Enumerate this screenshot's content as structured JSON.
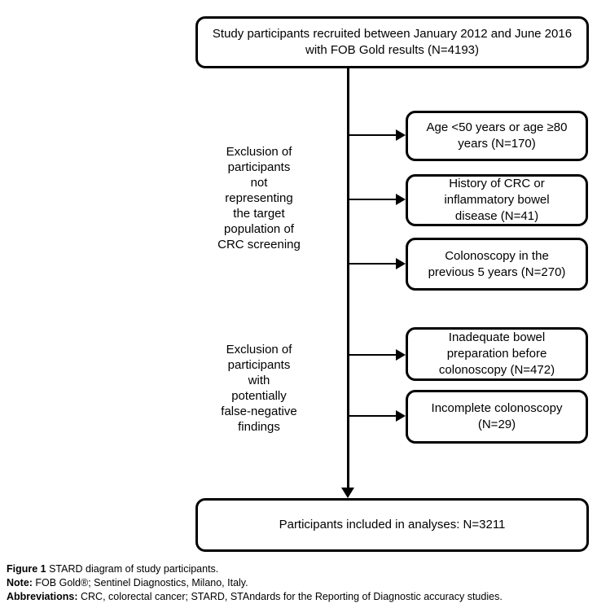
{
  "figure": {
    "top_box": {
      "text": "Study participants recruited between January 2012 and June 2016 with FOB Gold results (N=4193)"
    },
    "exclusion_groups": [
      {
        "label_lines": [
          "Exclusion of",
          "participants",
          "not",
          "representing",
          "the target",
          "population of",
          "CRC screening"
        ],
        "boxes": [
          {
            "text": "Age <50 years or age ≥80 years (N=170)"
          },
          {
            "text": "History of CRC or inflammatory bowel disease (N=41)"
          },
          {
            "text": "Colonoscopy in the previous 5 years (N=270)"
          }
        ]
      },
      {
        "label_lines": [
          "Exclusion of",
          "participants",
          "with",
          "potentially",
          "false-negative",
          "findings"
        ],
        "boxes": [
          {
            "text": "Inadequate bowel preparation before colonoscopy (N=472)"
          },
          {
            "text": "Incomplete colonoscopy (N=29)"
          }
        ]
      }
    ],
    "bottom_box": {
      "text": "Participants included in analyses: N=3211"
    }
  },
  "caption": {
    "figure_label": "Figure 1",
    "figure_text": " STARD diagram of study participants.",
    "note_label": "Note:",
    "note_text": " FOB Gold®; Sentinel Diagnostics, Milano, Italy.",
    "abbreviations_label": "Abbreviations:",
    "abbreviations_text": " CRC, colorectal cancer; STARD, STAndards for the Reporting of Diagnostic accuracy studies."
  },
  "colors": {
    "line": "#000000",
    "background": "#ffffff",
    "text": "#000000"
  }
}
